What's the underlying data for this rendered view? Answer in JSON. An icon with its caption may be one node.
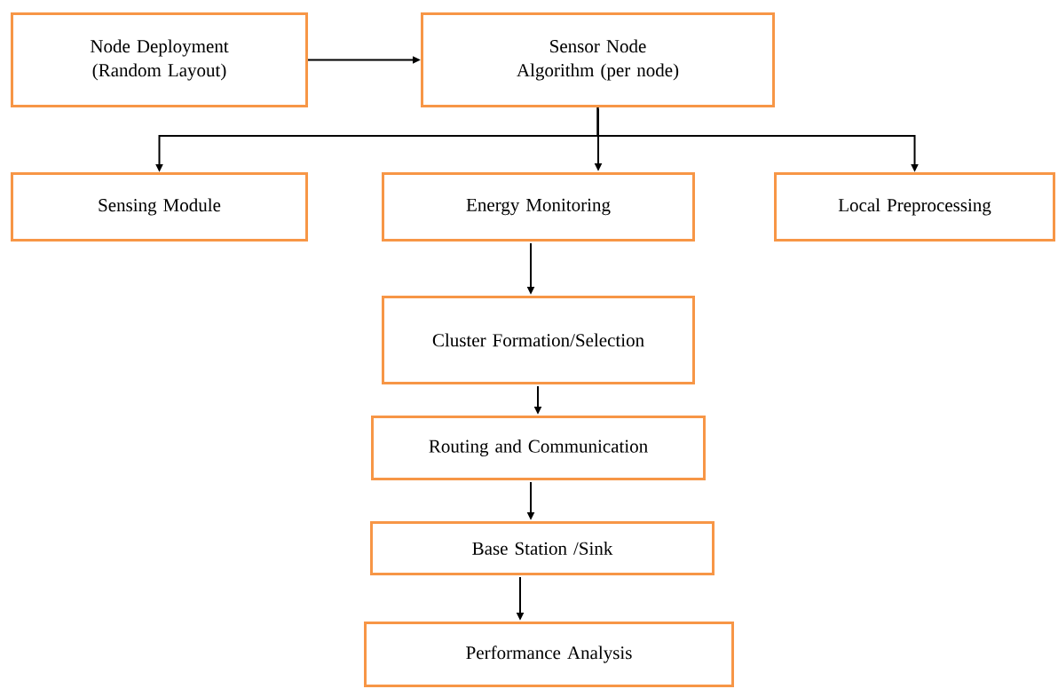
{
  "diagram": {
    "nodes": [
      {
        "text": [
          "Node Deployment (Random Layout)"
        ]
      },
      {
        "text": [
          "Sensor Node Algorithm (per node)"
        ]
      },
      {
        "text": [
          "Sensing Module"
        ]
      },
      {
        "text": [
          "Energy Monitoring"
        ]
      },
      {
        "text": [
          "Local Preprocessing"
        ]
      },
      {
        "text": [
          "Cluster Formation/Selection"
        ]
      },
      {
        "text": [
          "Routing and Communication"
        ]
      },
      {
        "text": [
          "Base Station /Sink"
        ]
      },
      {
        "text": [
          "Performance Analysis"
        ]
      }
    ],
    "edges": [
      {
        "from": 0,
        "to": 1,
        "arrow": "to"
      },
      {
        "from": 1,
        "to": 2,
        "arrow": "to"
      },
      {
        "from": 1,
        "to": 3,
        "arrow": "to"
      },
      {
        "from": 1,
        "to": 4,
        "arrow": "to"
      },
      {
        "from": 3,
        "to": 5,
        "arrow": "to"
      },
      {
        "from": 5,
        "to": 6,
        "arrow": "to"
      },
      {
        "from": 6,
        "to": 7,
        "arrow": "to"
      },
      {
        "from": 7,
        "to": 8,
        "arrow": "to"
      }
    ]
  }
}
